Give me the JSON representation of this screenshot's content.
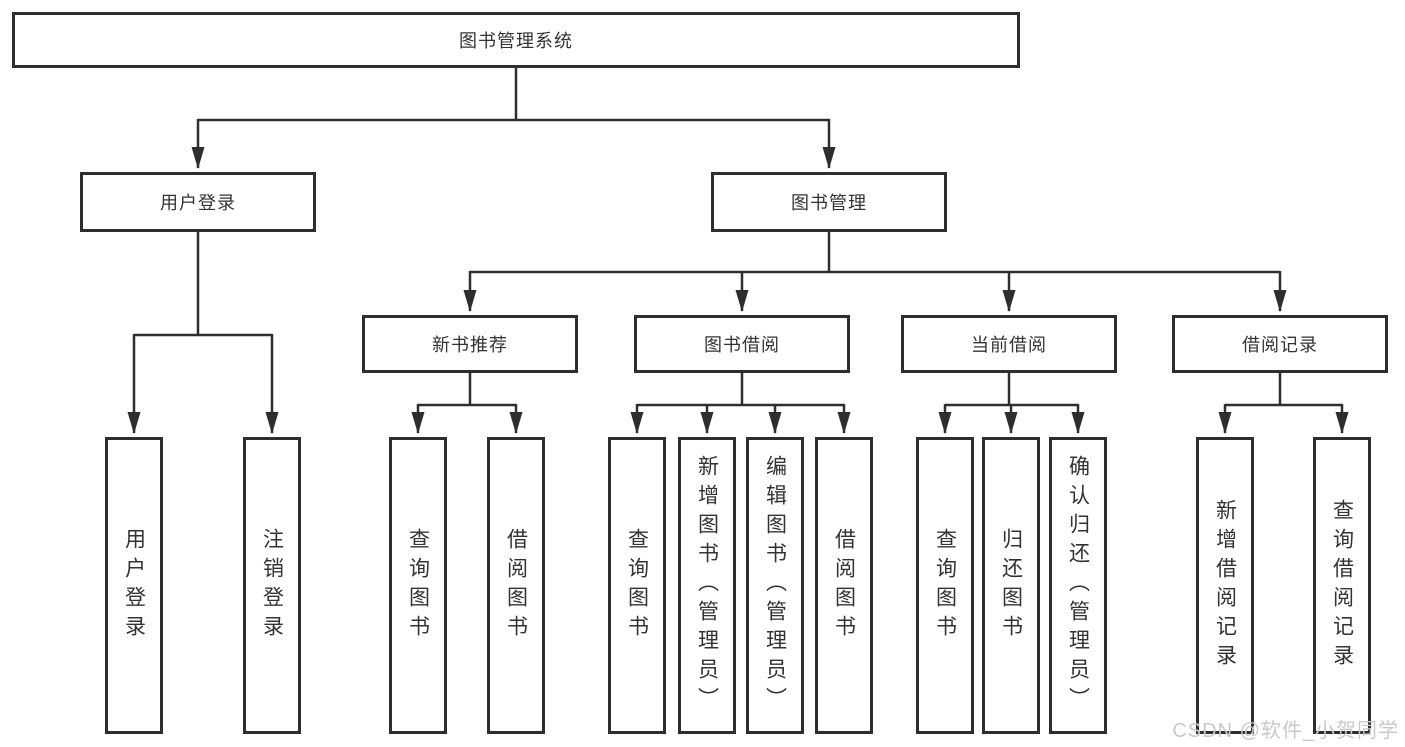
{
  "diagram": {
    "root": "图书管理系统",
    "level2": {
      "user_login": "用户登录",
      "book_management": "图书管理"
    },
    "level3": {
      "new_book_recommend": "新书推荐",
      "book_borrow": "图书借阅",
      "current_borrow": "当前借阅",
      "borrow_records": "借阅记录"
    },
    "leaves": {
      "user_login": [
        "用户登录",
        "注销登录"
      ],
      "new_book_recommend": [
        "查询图书",
        "借阅图书"
      ],
      "book_borrow": [
        "查询图书",
        "新增图书（管理员）",
        "编辑图书（管理员）",
        "借阅图书"
      ],
      "current_borrow": [
        "查询图书",
        "归还图书",
        "确认归还（管理员）"
      ],
      "borrow_records": [
        "新增借阅记录",
        "查询借阅记录"
      ]
    }
  },
  "watermark": "CSDN @软件_小贺同学",
  "colors": {
    "line": "#2e2e2e",
    "text": "#333333",
    "watermark": "#c9c9c9",
    "background": "#ffffff"
  }
}
